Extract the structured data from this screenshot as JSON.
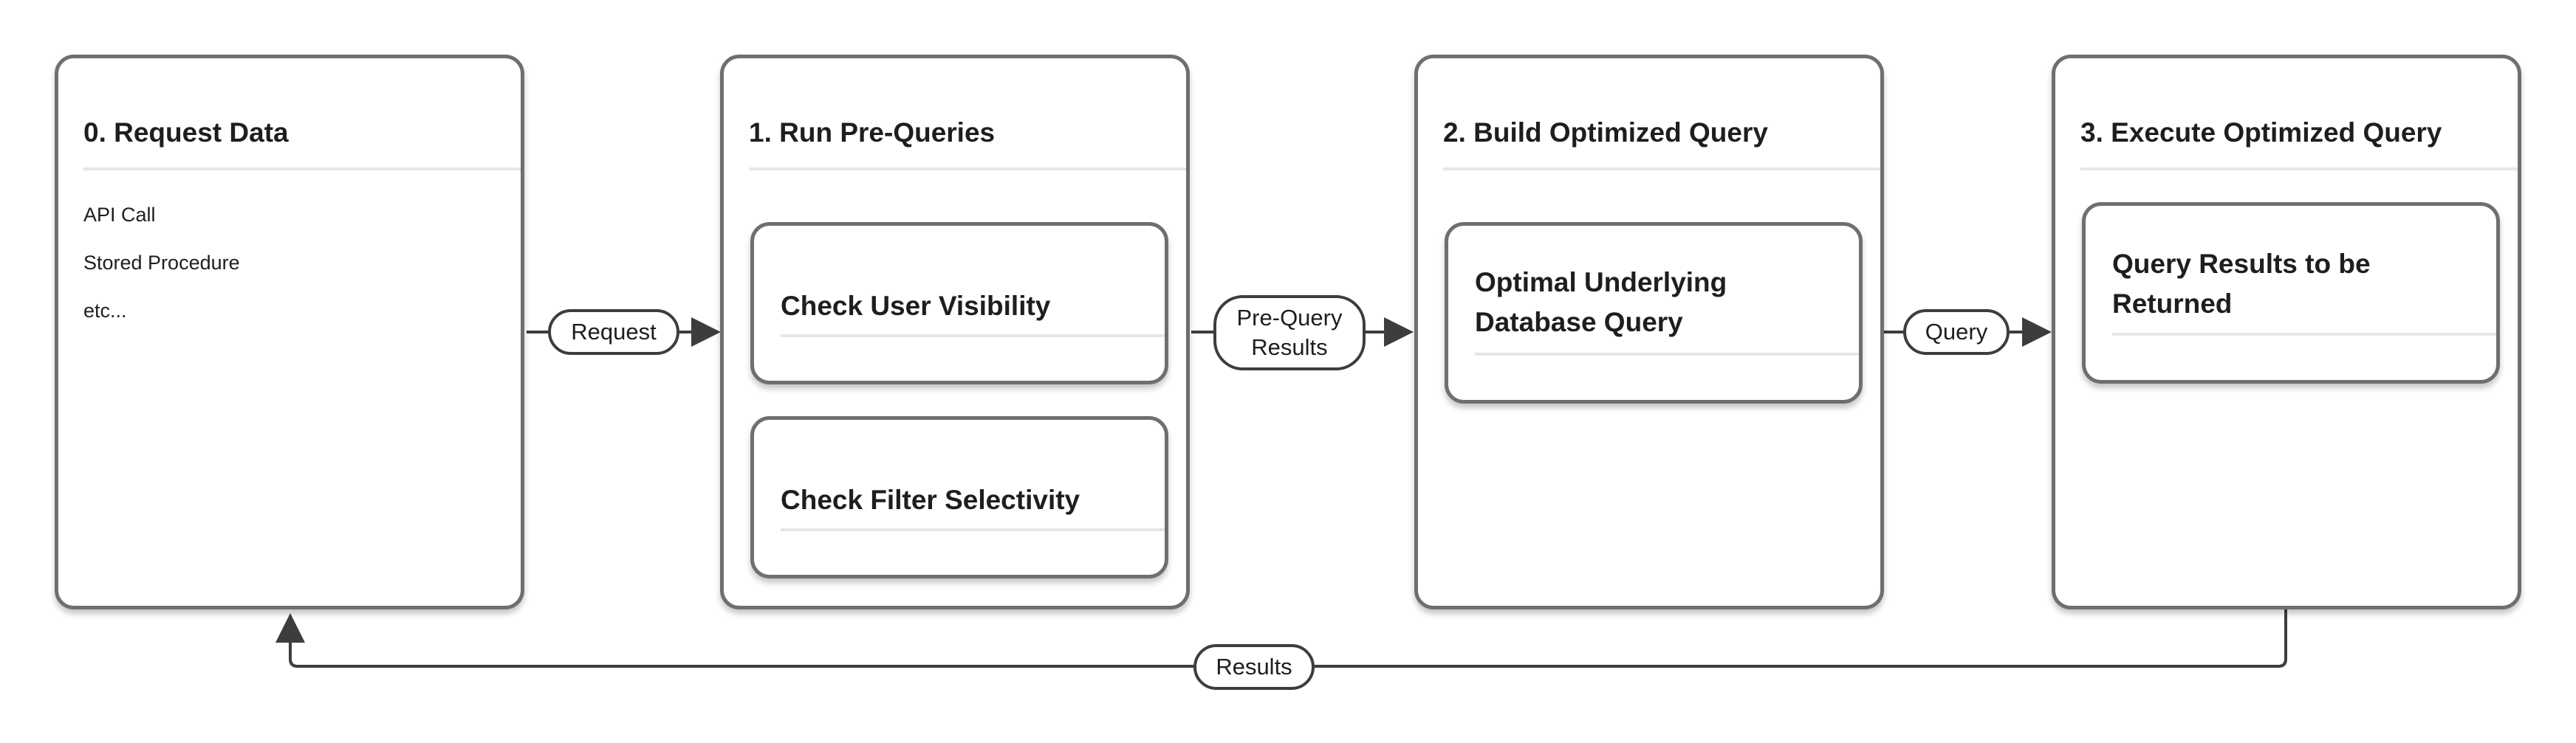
{
  "stages": [
    {
      "title": "0. Request Data",
      "items": [
        "API Call",
        "Stored Procedure",
        "etc..."
      ]
    },
    {
      "title": "1. Run Pre-Queries",
      "cards": [
        "Check User Visibility",
        "Check Filter Selectivity"
      ]
    },
    {
      "title": "2. Build Optimized Query",
      "cards": [
        "Optimal Underlying Database Query"
      ]
    },
    {
      "title": "3. Execute Optimized Query",
      "cards": [
        "Query Results to be Returned"
      ]
    }
  ],
  "connectors": {
    "request": "Request",
    "pre_query_results": "Pre-Query\nResults",
    "query": "Query",
    "results": "Results"
  },
  "colors": {
    "border": "#6f6f6f",
    "connector": "#3d3d3d",
    "rule": "#e6e6e6",
    "text": "#1e1e1e"
  }
}
